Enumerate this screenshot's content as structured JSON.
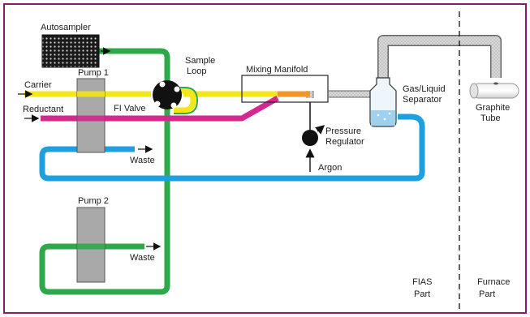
{
  "labels": {
    "autosampler": "Autosampler",
    "pump1": "Pump 1",
    "pump2": "Pump 2",
    "carrier": "Carrier",
    "reductant": "Reductant",
    "sample_loop_1": "Sample",
    "sample_loop_2": "Loop",
    "fi_valve": "FI Valve",
    "mixing_manifold": "Mixing Manifold",
    "gas_liquid_1": "Gas/Liquid",
    "gas_liquid_2": "Separator",
    "pressure_regulator_1": "Pressure",
    "pressure_regulator_2": "Regulator",
    "argon": "Argon",
    "waste_1": "Waste",
    "waste_2": "Waste",
    "graphite_1": "Graphite",
    "graphite_2": "Tube",
    "fias_1": "FIAS",
    "fias_2": "Part",
    "furnace_1": "Furnace",
    "furnace_2": "Part"
  },
  "colors": {
    "border": "#8a1a6a",
    "green": "#2ea84a",
    "yellow": "#f3e61a",
    "magenta": "#d6268f",
    "blue": "#1ea0e0",
    "orange": "#f2962a",
    "gray_tube": "#b8b8b8",
    "pump_body": "#a9a9a9"
  }
}
